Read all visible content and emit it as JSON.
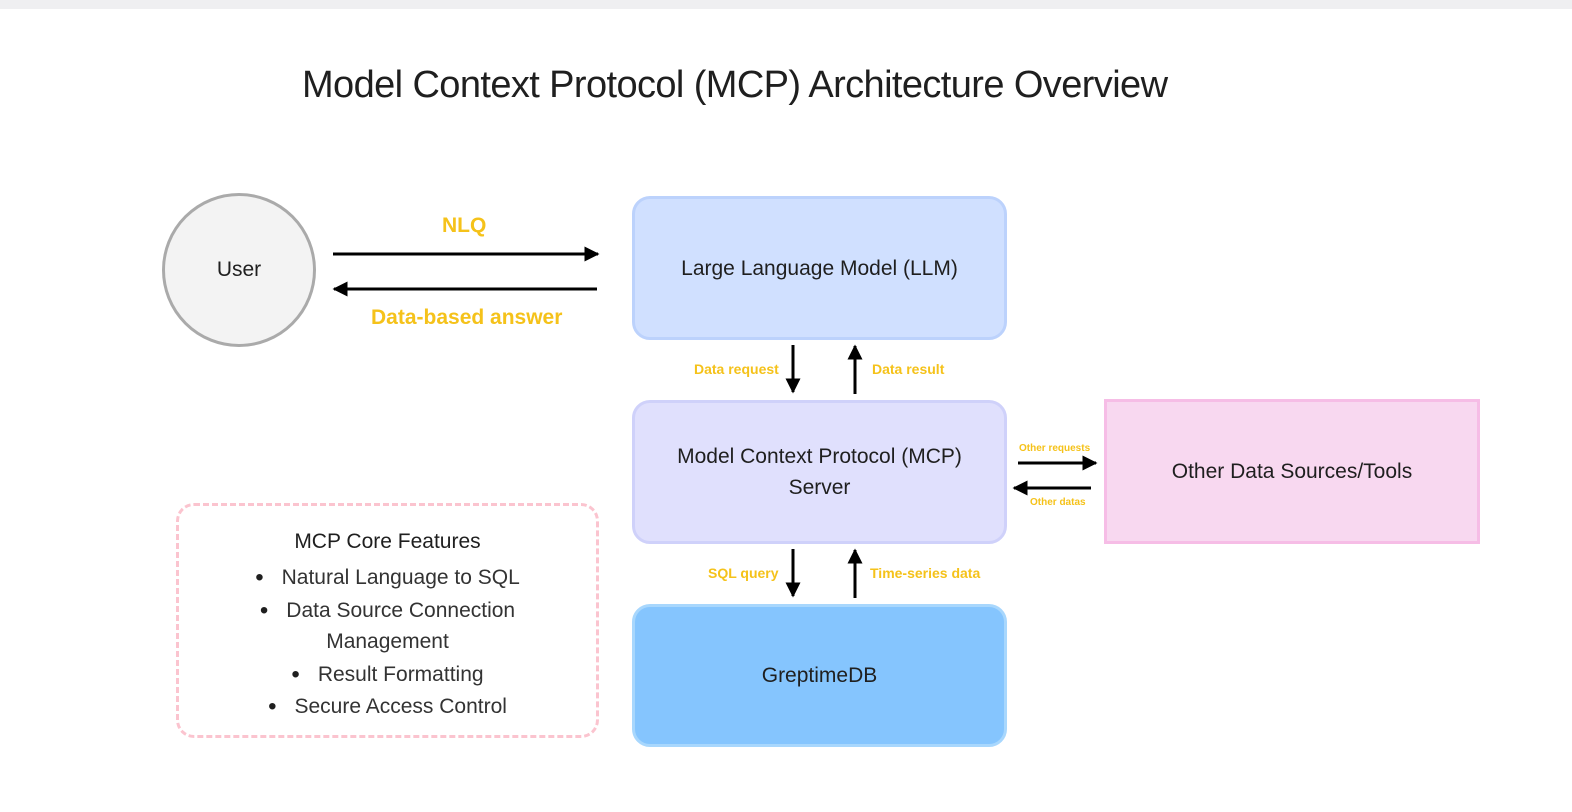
{
  "diagram": {
    "title": "Model Context Protocol (MCP) Architecture Overview",
    "nodes": {
      "user": "User",
      "llm": "Large Language Model (LLM)",
      "mcp_line1": "Model Context Protocol (MCP)",
      "mcp_line2": "Server",
      "db": "GreptimeDB",
      "other": "Other Data Sources/Tools"
    },
    "edges": {
      "nlq": "NLQ",
      "answer": "Data-based answer",
      "data_request": "Data request",
      "data_result": "Data result",
      "sql_query": "SQL query",
      "time_series": "Time-series data",
      "other_requests": "Other requests",
      "other_datas": "Other datas"
    },
    "features": {
      "title": "MCP Core Features",
      "items": [
        "Natural Language to SQL",
        "Data Source Connection Management",
        "Result Formatting",
        "Secure Access Control"
      ]
    },
    "colors": {
      "label_accent": "#f5c21a",
      "llm_fill": "#d0e0ff",
      "mcp_fill": "#e0e0fd",
      "db_fill": "#85c5fe",
      "other_fill": "#f8d8f0",
      "user_fill": "#f3f3f3",
      "features_border": "#fbc4cf"
    }
  }
}
